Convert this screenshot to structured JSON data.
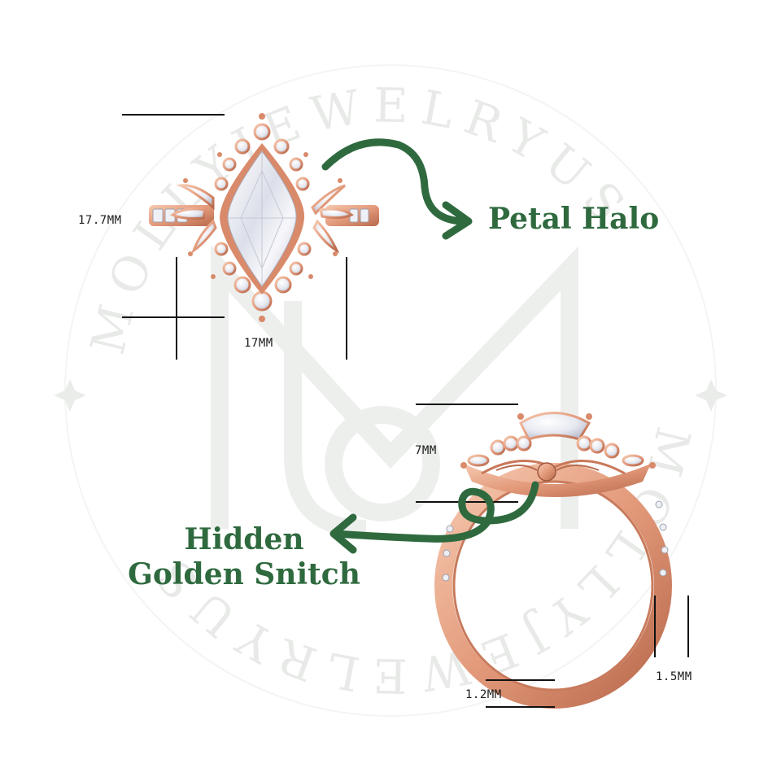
{
  "watermark": {
    "text": "MOLLYJEWELRYUS",
    "monogram": "MJ",
    "color": "#e9ebe9"
  },
  "callouts": {
    "petal_halo": "Petal Halo",
    "hidden_line1": "Hidden",
    "hidden_line2": "Golden Snitch",
    "color": "#2f6a3f"
  },
  "dimensions": {
    "length": "17.7MM",
    "width": "17MM",
    "height": "7MM",
    "band_width": "1.2MM",
    "band_thickness": "1.5MM"
  },
  "colors": {
    "rose_gold": "#e8a384",
    "rose_gold_dark": "#b4694d",
    "diamond": "#eef0f6"
  }
}
